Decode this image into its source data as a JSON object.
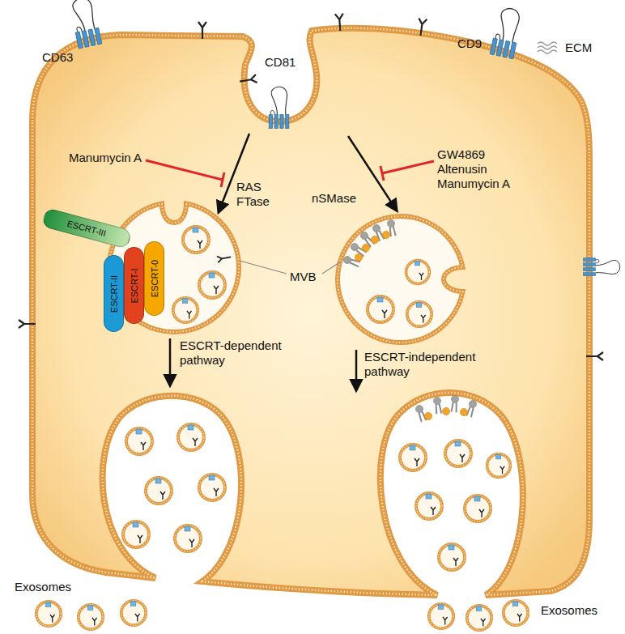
{
  "diagram": {
    "nodes": [
      {
        "text": [
          "ESCRT-III"
        ]
      },
      {
        "text": [
          "ESCRT-II"
        ]
      },
      {
        "text": [
          "ESCRT-I"
        ]
      },
      {
        "text": [
          "ESCRT-0"
        ]
      }
    ],
    "labels": [
      "CD63",
      "CD81",
      "CD9",
      "ECM",
      "Manumycin A",
      "RAS FTase",
      "GW4869 Altenusin Manumycin A",
      "nSMase",
      "MVB",
      "ESCRT-dependent pathway",
      "ESCRT-independent pathway",
      "Exosomes",
      "Exosomes"
    ]
  }
}
